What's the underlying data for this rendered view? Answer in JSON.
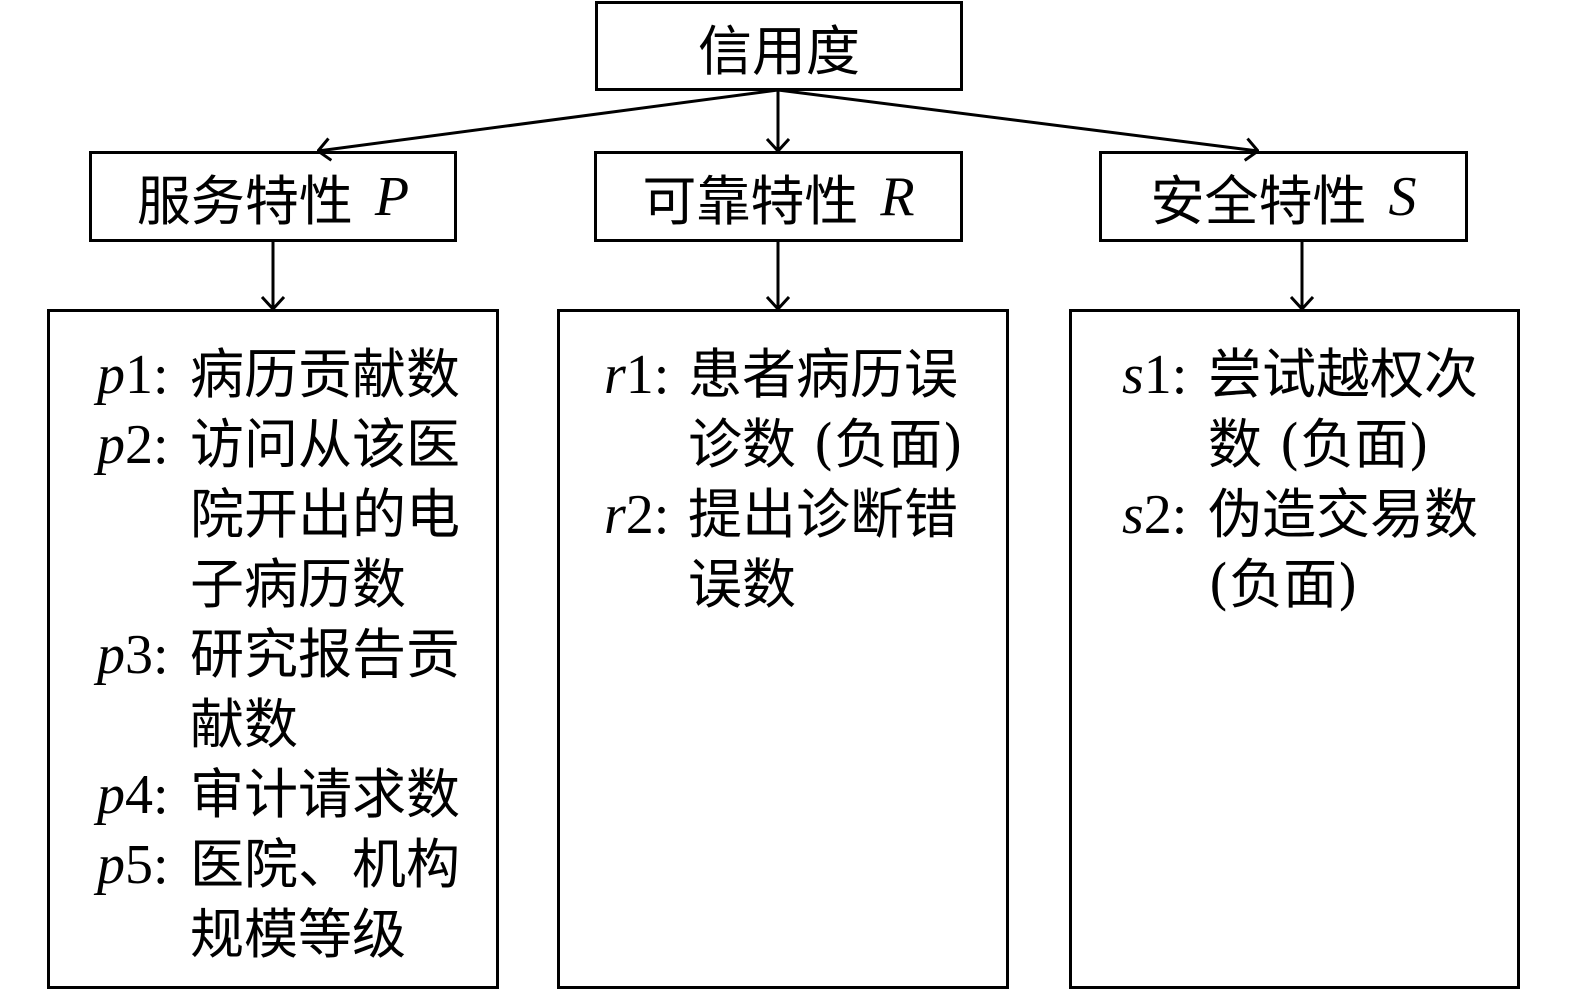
{
  "root": {
    "label": "信用度"
  },
  "categories": [
    {
      "name": "服务特性",
      "symbol": "P",
      "items": [
        {
          "var": "p",
          "num": "1:",
          "lines": [
            "病历贡献数"
          ]
        },
        {
          "var": "p",
          "num": "2:",
          "lines": [
            "访问从该医",
            "院开出的电",
            "子病历数"
          ]
        },
        {
          "var": "p",
          "num": "3:",
          "lines": [
            "研究报告贡",
            "献数"
          ]
        },
        {
          "var": "p",
          "num": "4:",
          "lines": [
            "审计请求数"
          ]
        },
        {
          "var": "p",
          "num": "5:",
          "lines": [
            "医院、机构",
            "规模等级"
          ]
        }
      ]
    },
    {
      "name": "可靠特性",
      "symbol": "R",
      "items": [
        {
          "var": "r",
          "num": "1:",
          "lines": [
            "患者病历误",
            "诊数 (负面)"
          ]
        },
        {
          "var": "r",
          "num": "2:",
          "lines": [
            "提出诊断错",
            "误数"
          ]
        }
      ]
    },
    {
      "name": "安全特性",
      "symbol": "S",
      "items": [
        {
          "var": "s",
          "num": "1:",
          "lines": [
            "尝试越权次",
            "数 (负面)"
          ]
        },
        {
          "var": "s",
          "num": "2:",
          "lines": [
            "伪造交易数",
            "(负面)"
          ]
        }
      ]
    }
  ]
}
